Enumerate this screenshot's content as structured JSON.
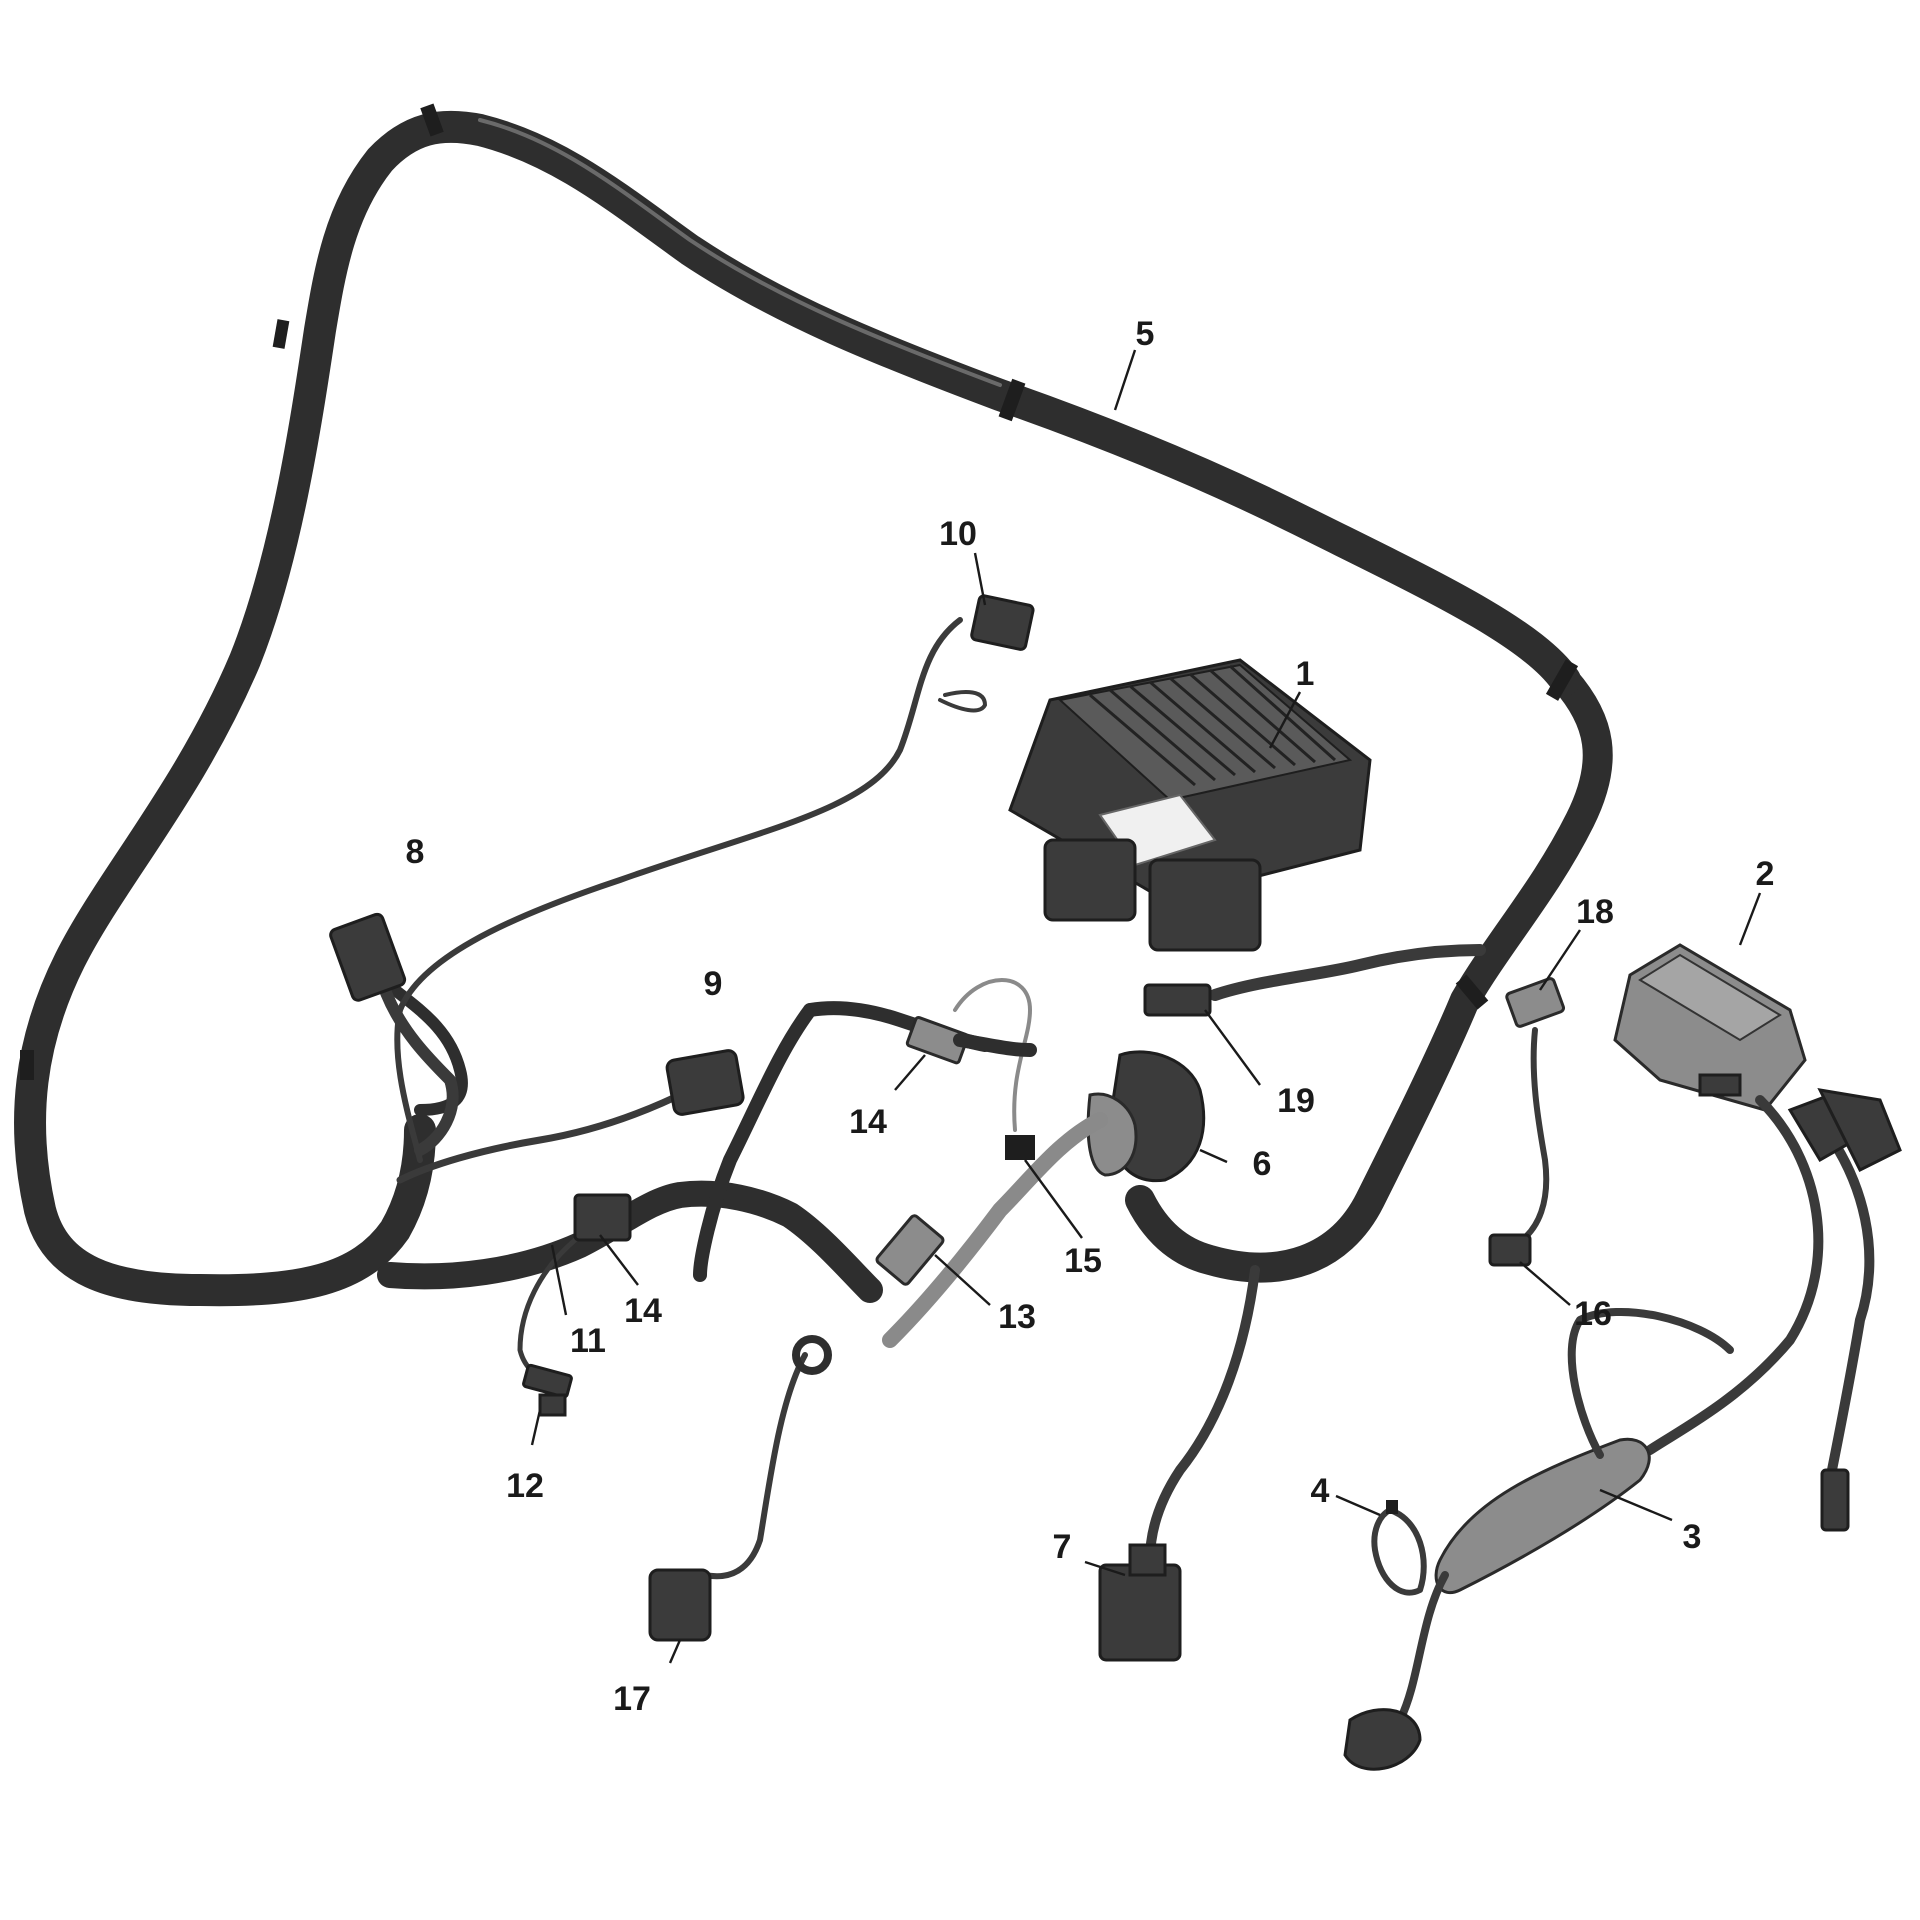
{
  "diagram": {
    "callouts": [
      {
        "id": "1",
        "label": "1"
      },
      {
        "id": "2",
        "label": "2"
      },
      {
        "id": "3",
        "label": "3"
      },
      {
        "id": "4",
        "label": "4"
      },
      {
        "id": "5",
        "label": "5"
      },
      {
        "id": "6",
        "label": "6"
      },
      {
        "id": "7",
        "label": "7"
      },
      {
        "id": "8",
        "label": "8"
      },
      {
        "id": "9",
        "label": "9"
      },
      {
        "id": "10",
        "label": "10"
      },
      {
        "id": "11",
        "label": "11"
      },
      {
        "id": "12",
        "label": "12"
      },
      {
        "id": "13",
        "label": "13"
      },
      {
        "id": "14a",
        "label": "14"
      },
      {
        "id": "14b",
        "label": "14"
      },
      {
        "id": "15",
        "label": "15"
      },
      {
        "id": "16",
        "label": "16"
      },
      {
        "id": "17",
        "label": "17"
      },
      {
        "id": "18",
        "label": "18"
      },
      {
        "id": "19",
        "label": "19"
      }
    ]
  }
}
